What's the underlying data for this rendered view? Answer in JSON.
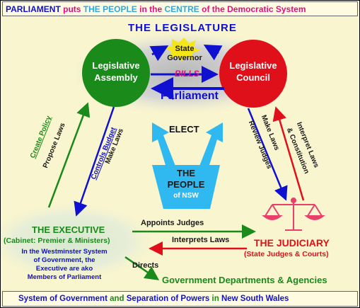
{
  "title": {
    "part1": "PARLIAMENT",
    "part2": " puts ",
    "part3": "THE PEOPLE",
    "part4": " in the ",
    "part5": "CENTRE",
    "part6": " of the Democratic System"
  },
  "legislature": {
    "heading": "THE  LEGISLATURE",
    "assembly_line1": "Legislative",
    "assembly_line2": "Assembly",
    "council_line1": "Legislative",
    "council_line2": "Council",
    "state_governor_line1": "State",
    "state_governor_line2": "Governor",
    "bills": "BILLS",
    "parliament": "Parliament"
  },
  "people": {
    "elect": "ELECT",
    "line1": "THE",
    "line2": "PEOPLE",
    "line3": "of NSW"
  },
  "links": {
    "create_policy": "Create Policy",
    "propose_laws": "Propose Laws",
    "controls_budget": "Controls Budget",
    "make_laws_left": "Make Laws",
    "make_laws_right": "Make Laws",
    "review_judges": "Review Judges",
    "interpret_laws_constitution": "Interpret Laws",
    "and_constitution": "& Constitution",
    "appoints_judges": "Appoints Judges",
    "interprets_laws": "Interprets Laws",
    "directs": "Directs"
  },
  "executive": {
    "heading": "THE EXECUTIVE",
    "sub": "(Cabinet: Premier & Ministers)",
    "note_line1": "In the Westminster System",
    "note_line2": "of Government, the",
    "note_line3": "Executive are ako",
    "note_line4": "Members of Parliament"
  },
  "judiciary": {
    "heading": "THE JUDICIARY",
    "sub": "(State Judges & Courts)"
  },
  "departments": "Government Departments & Agencies",
  "footer": {
    "part1": "System of Government",
    "part2": " and ",
    "part3": "Separation of Powers",
    "part4": " in ",
    "part5": "New South Wales"
  },
  "colors": {
    "green": "#1a8a1a",
    "red": "#e0101a",
    "blue": "#1010d0",
    "cyan": "#30b8f0",
    "magenta": "#e01080",
    "yellow": "#f5e61a",
    "background": "#f8f5cf"
  },
  "icons": {
    "scales": "scales-of-justice-icon",
    "star": "governor-star-icon"
  }
}
